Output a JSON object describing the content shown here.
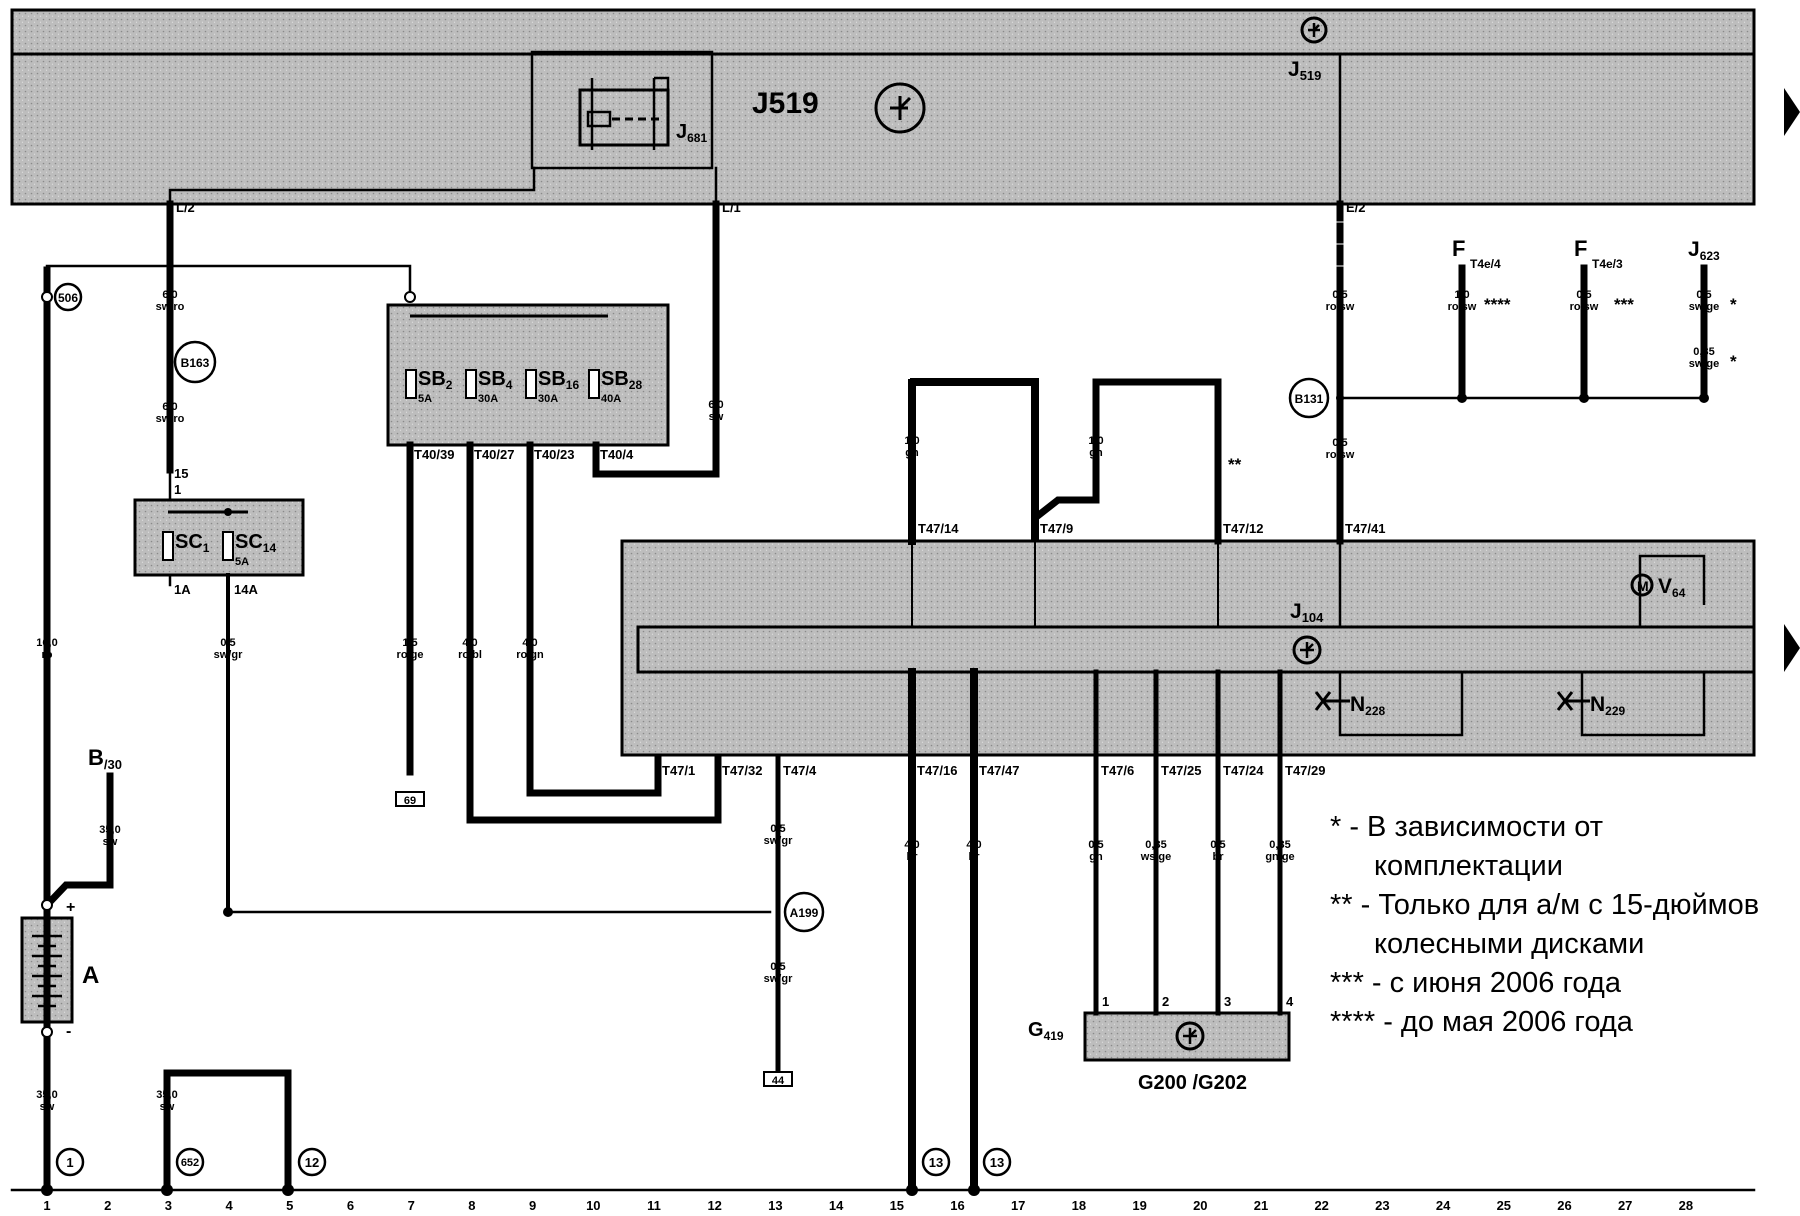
{
  "components": {
    "j519": {
      "label": "J519",
      "sub_label_main": "J",
      "sub_label_sub": "519"
    },
    "j681": {
      "main": "J",
      "sub": "681"
    },
    "j104": {
      "main": "J",
      "sub": "104"
    },
    "j623": {
      "main": "J",
      "sub": "623"
    },
    "v64": {
      "main": "V",
      "sub": "64"
    },
    "n228": {
      "main": "N",
      "sub": "228"
    },
    "n229": {
      "main": "N",
      "sub": "229"
    },
    "battery": {
      "label": "A",
      "plus": "+",
      "minus": "-"
    },
    "b30": {
      "main": "B",
      "sub": "/30"
    },
    "g419": {
      "main": "G",
      "sub": "419"
    },
    "g200": {
      "text": "G200 /G202"
    },
    "f_t4e4": {
      "main": "F",
      "sub": "T4e/4"
    },
    "f_t4e3": {
      "main": "F",
      "sub": "T4e/3"
    },
    "fuse_sb2": {
      "main": "SB",
      "sub": "2",
      "rating": "5A"
    },
    "fuse_sb4": {
      "main": "SB",
      "sub": "4",
      "rating": "30A"
    },
    "fuse_sb16": {
      "main": "SB",
      "sub": "16",
      "rating": "30A"
    },
    "fuse_sb28": {
      "main": "SB",
      "sub": "28",
      "rating": "40A"
    },
    "fuse_sc1": {
      "main": "SC",
      "sub": "1"
    },
    "fuse_sc14": {
      "main": "SC",
      "sub": "14",
      "rating": "5A"
    }
  },
  "connectors": {
    "l2": "L/2",
    "l1": "L/1",
    "e2": "E/2",
    "t40_39": "T40/39",
    "t40_27": "T40/27",
    "t40_23": "T40/23",
    "t40_4": "T40/4",
    "sc_in": "15",
    "sc_in2": "1",
    "sc_out1": "1A",
    "sc_out14": "14A",
    "t47_14": "T47/14",
    "t47_9": "T47/9",
    "t47_12": "T47/12",
    "t47_41": "T47/41",
    "t47_1": "T47/1",
    "t47_32": "T47/32",
    "t47_4": "T47/4",
    "t47_16": "T47/16",
    "t47_47": "T47/47",
    "t47_6": "T47/6",
    "t47_25": "T47/25",
    "t47_24": "T47/24",
    "t47_29": "T47/29",
    "g_pin1": "1",
    "g_pin2": "2",
    "g_pin3": "3",
    "g_pin4": "4"
  },
  "wires": {
    "w_l2_a": {
      "size": "6,0",
      "color": "sw/ro"
    },
    "w_l2_b": {
      "size": "6,0",
      "color": "sw/ro"
    },
    "w_l1": {
      "size": "6,0",
      "color": "sw"
    },
    "w_e2": {
      "size": "0,5",
      "color": "ro/sw"
    },
    "w_b131": {
      "size": "0,5",
      "color": "ro/sw"
    },
    "w_f4": {
      "size": "1,0",
      "color": "ro/sw"
    },
    "w_f3": {
      "size": "0,5",
      "color": "ro/sw"
    },
    "w_j623a": {
      "size": "0,5",
      "color": "sw/ge"
    },
    "w_j623b": {
      "size": "0,35",
      "color": "sw/ge"
    },
    "w_t14": {
      "size": "1,0",
      "color": "gn"
    },
    "w_t9": {
      "size": "1,0",
      "color": "gn"
    },
    "w_506": {
      "size": "16,0",
      "color": "ro"
    },
    "w_sc14": {
      "size": "0,5",
      "color": "sw/gr"
    },
    "w_sb2": {
      "size": "1,5",
      "color": "ro/ge"
    },
    "w_sb4": {
      "size": "4,0",
      "color": "ro/bl"
    },
    "w_sb16": {
      "size": "4,0",
      "color": "ro/gn"
    },
    "w_b30": {
      "size": "35,0",
      "color": "sw"
    },
    "w_t4a": {
      "size": "0,5",
      "color": "sw/gr"
    },
    "w_t4b": {
      "size": "0,5",
      "color": "sw/gr"
    },
    "w_t16": {
      "size": "4,0",
      "color": "br"
    },
    "w_t47": {
      "size": "4,0",
      "color": "br"
    },
    "w_t6": {
      "size": "0,5",
      "color": "gn"
    },
    "w_t25": {
      "size": "0,35",
      "color": "ws/ge"
    },
    "w_t24": {
      "size": "0,5",
      "color": "br"
    },
    "w_t29": {
      "size": "0,35",
      "color": "gn/ge"
    },
    "w_gnd1": {
      "size": "35,0",
      "color": "sw"
    },
    "w_gnd3": {
      "size": "35,0",
      "color": "sw"
    }
  },
  "nodes": {
    "n506": "506",
    "b163": "B163",
    "b131": "B131",
    "a199": "A199",
    "g1": "1",
    "g652": "652",
    "g12": "12",
    "g13a": "13",
    "g13b": "13"
  },
  "ground_boxes": {
    "box69": "69",
    "box44": "44"
  },
  "marks": {
    "star1": "*",
    "star2": "**",
    "star3": "***",
    "star4": "****"
  },
  "grid_numbers": [
    "1",
    "2",
    "3",
    "4",
    "5",
    "6",
    "7",
    "8",
    "9",
    "10",
    "11",
    "12",
    "13",
    "14",
    "15",
    "16",
    "17",
    "18",
    "19",
    "20",
    "21",
    "22",
    "23",
    "24",
    "25",
    "26",
    "27",
    "28"
  ],
  "legend": {
    "l1a": "* - В зависимости от",
    "l1b": "комплектации",
    "l2a": "** - Только для а/м с 15-дюймов",
    "l2b": "колесными дисками",
    "l3": "*** - с июня 2006 года",
    "l4": "**** - до мая 2006 года"
  },
  "colors": {
    "module_fill": "#b9b9b9",
    "line": "#000000"
  }
}
